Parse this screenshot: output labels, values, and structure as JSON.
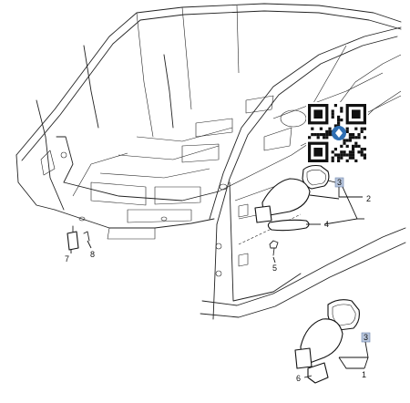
{
  "callouts": {
    "c1": "1",
    "c2": "2",
    "c3a": "3",
    "c3b": "3",
    "c4": "4",
    "c5": "5",
    "c6": "6",
    "c7": "7",
    "c8": "8"
  },
  "colors": {
    "highlight": "#b8c6dd",
    "line": "#222222"
  },
  "icons": {
    "qr": "qr-code-icon",
    "logo": "brand-logo-icon"
  }
}
